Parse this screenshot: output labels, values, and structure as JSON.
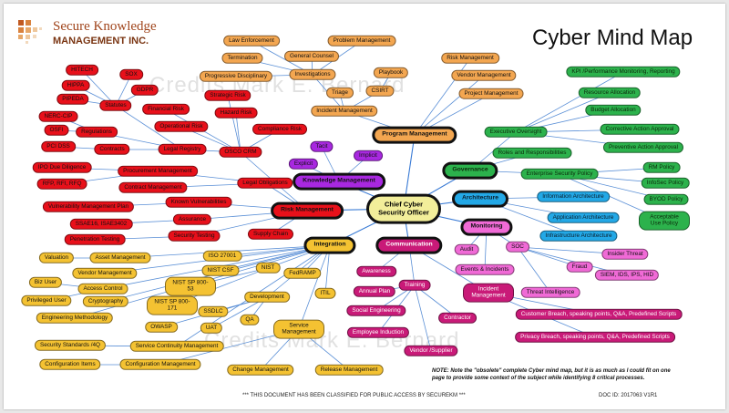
{
  "header": {
    "company_line1": "Secure Knowledge",
    "company_line2": "MANAGEMENT INC.",
    "title": "Cyber Mind Map",
    "watermark": "Credits Mark E. Bernard"
  },
  "footer": {
    "note": "NOTE: Note the \"obsolete\" complete Cyber mind map, but it is as much as I could fit on one page to provide some context of the subject while identifying 8 critical processes.",
    "classified": "*** THIS DOCUMENT HAS BEEN CLASSIFIED FOR PUBLIC ACCESS BY SECUREKM ***",
    "doc_id": "DOC ID: 2017063 V1R1"
  },
  "colors": {
    "risk": "#e8101a",
    "program": "#f3a650",
    "integration": "#f4c232",
    "governance": "#2cb24c",
    "architecture": "#23a8e6",
    "monitoring": "#f06ad6",
    "communication": "#c91a78",
    "knowledge": "#a828e0",
    "center": "#f2ee9a"
  },
  "center": {
    "id": "center",
    "label": "Chief Cyber Security Officer"
  },
  "nodes": [
    {
      "id": "program",
      "label": "Program Management",
      "color": "orange",
      "main": true,
      "parent": "center"
    },
    {
      "id": "lawenf",
      "label": "Law Enforcement",
      "color": "orange",
      "parent": "investigations"
    },
    {
      "id": "probmgmt",
      "label": "Problem Management",
      "color": "orange",
      "parent": "investigations"
    },
    {
      "id": "termination",
      "label": "Termination",
      "color": "orange",
      "parent": "investigations"
    },
    {
      "id": "gencounsel",
      "label": "General Counsel",
      "color": "orange",
      "parent": "investigations"
    },
    {
      "id": "progdisc",
      "label": "Progressive Disciplinary",
      "color": "orange",
      "parent": "investigations"
    },
    {
      "id": "investigations",
      "label": "Investigations",
      "color": "orange",
      "parent": "incident"
    },
    {
      "id": "triage",
      "label": "Triage",
      "color": "orange",
      "parent": "incident"
    },
    {
      "id": "csirt",
      "label": "CSIRT",
      "color": "orange",
      "parent": "incident"
    },
    {
      "id": "playbook",
      "label": "Playbook",
      "color": "orange",
      "parent": "csirt"
    },
    {
      "id": "incident",
      "label": "Incident Management",
      "color": "orange",
      "parent": "program"
    },
    {
      "id": "riskmgmt2",
      "label": "Risk Management",
      "color": "orange",
      "parent": "program"
    },
    {
      "id": "vendormgmt",
      "label": "Vendor Management",
      "color": "orange",
      "parent": "program"
    },
    {
      "id": "projectmgmt",
      "label": "Project Management",
      "color": "orange",
      "parent": "program"
    },
    {
      "id": "risk",
      "label": "Risk Management",
      "color": "red",
      "main": true,
      "parent": "center"
    },
    {
      "id": "hitech",
      "label": "HITECH",
      "color": "red",
      "parent": "statutes"
    },
    {
      "id": "sox",
      "label": "SOX",
      "color": "red",
      "parent": "statutes"
    },
    {
      "id": "hippa",
      "label": "HIPPA",
      "color": "red",
      "parent": "statutes"
    },
    {
      "id": "gdpr",
      "label": "GDPR",
      "color": "red",
      "parent": "statutes"
    },
    {
      "id": "pipeda",
      "label": "PIPEDA",
      "color": "red",
      "parent": "statutes"
    },
    {
      "id": "statutes",
      "label": "Statutes",
      "color": "red",
      "parent": "legalreg"
    },
    {
      "id": "nerc",
      "label": "NERC-CIP",
      "color": "red",
      "parent": "regulations"
    },
    {
      "id": "osfi",
      "label": "OSFI",
      "color": "red",
      "parent": "regulations"
    },
    {
      "id": "regulations",
      "label": "Regulations",
      "color": "red",
      "parent": "legalreg"
    },
    {
      "id": "pcidss",
      "label": "PCI DSS",
      "color": "red",
      "parent": "contracts"
    },
    {
      "id": "contracts",
      "label": "Contracts",
      "color": "red",
      "parent": "legalreg"
    },
    {
      "id": "legalreg",
      "label": "Legal Registry",
      "color": "red",
      "parent": "oscro"
    },
    {
      "id": "strategicrisk",
      "label": "Strategic Risk",
      "color": "red",
      "parent": "oscro"
    },
    {
      "id": "financialrisk",
      "label": "Financial Risk",
      "color": "red",
      "parent": "oscro"
    },
    {
      "id": "hazardrisk",
      "label": "Hazard Risk",
      "color": "red",
      "parent": "oscro"
    },
    {
      "id": "oprisk",
      "label": "Operational Risk",
      "color": "red",
      "parent": "oscro"
    },
    {
      "id": "compliancerisk",
      "label": "Compliance Risk",
      "color": "red",
      "parent": "oscro"
    },
    {
      "id": "oscro",
      "label": "OSCO CRM",
      "color": "red",
      "parent": "risk"
    },
    {
      "id": "ipo",
      "label": "IPO Due Diligence",
      "color": "red",
      "parent": "procurement"
    },
    {
      "id": "rfp",
      "label": "RFP, RFI, RFQ",
      "color": "red",
      "parent": "procurement"
    },
    {
      "id": "procurement",
      "label": "Procurement Management",
      "color": "red",
      "parent": "legalobl"
    },
    {
      "id": "contractmgmt",
      "label": "Contract Management",
      "color": "red",
      "parent": "legalobl"
    },
    {
      "id": "legalobl",
      "label": "Legal Obligations",
      "color": "red",
      "parent": "risk"
    },
    {
      "id": "vulnplan",
      "label": "Vulnerability Management Plan",
      "color": "red",
      "parent": "knownvuln"
    },
    {
      "id": "knownvuln",
      "label": "Known Vulnerabilities",
      "color": "red",
      "parent": "risk"
    },
    {
      "id": "ssae",
      "label": "SSAE16, ISAE3402",
      "color": "red",
      "parent": "assurance"
    },
    {
      "id": "assurance",
      "label": "Assurance",
      "color": "red",
      "parent": "risk"
    },
    {
      "id": "pentest",
      "label": "Penetration Testing",
      "color": "red",
      "parent": "sectesting"
    },
    {
      "id": "sectesting",
      "label": "Security Testing",
      "color": "red",
      "parent": "risk"
    },
    {
      "id": "supplychain",
      "label": "Supply Chain",
      "color": "red",
      "parent": "risk"
    },
    {
      "id": "knowledge",
      "label": "Knowledge Management",
      "color": "purple",
      "main": true,
      "parent": "center"
    },
    {
      "id": "tacit",
      "label": "Tacit",
      "color": "purple",
      "parent": "knowledge"
    },
    {
      "id": "explicit",
      "label": "Explicit",
      "color": "purple",
      "parent": "knowledge"
    },
    {
      "id": "implicit",
      "label": "Implicit",
      "color": "purple",
      "parent": "knowledge"
    },
    {
      "id": "integration",
      "label": "Integration",
      "color": "yellow",
      "main": true,
      "parent": "center"
    },
    {
      "id": "iso",
      "label": "ISO 27001",
      "color": "yellow",
      "parent": "integration"
    },
    {
      "id": "nistcsf",
      "label": "NIST CSF",
      "color": "yellow",
      "parent": "integration"
    },
    {
      "id": "nist",
      "label": "NIST",
      "color": "yellow",
      "parent": "integration"
    },
    {
      "id": "nist80053",
      "label": "NIST SP 800-53",
      "color": "yellow",
      "parent": "nist"
    },
    {
      "id": "nist800171",
      "label": "NIST SP 800-171",
      "color": "yellow",
      "parent": "nist"
    },
    {
      "id": "fedramp",
      "label": "FedRAMP",
      "color": "yellow",
      "parent": "integration"
    },
    {
      "id": "itil",
      "label": "ITIL",
      "color": "yellow",
      "parent": "integration"
    },
    {
      "id": "development",
      "label": "Development",
      "color": "yellow",
      "parent": "integration"
    },
    {
      "id": "ssdlc",
      "label": "SSDLC",
      "color": "yellow",
      "parent": "development"
    },
    {
      "id": "qa",
      "label": "QA",
      "color": "yellow",
      "parent": "development"
    },
    {
      "id": "uat",
      "label": "UAT",
      "color": "yellow",
      "parent": "development"
    },
    {
      "id": "owasp",
      "label": "OWASP",
      "color": "yellow",
      "parent": "development"
    },
    {
      "id": "valuation",
      "label": "Valuation",
      "color": "yellow",
      "parent": "assetmgmt"
    },
    {
      "id": "assetmgmt",
      "label": "Asset Management",
      "color": "yellow",
      "parent": "integration"
    },
    {
      "id": "vendormgmt2",
      "label": "Vendor Management",
      "color": "yellow",
      "parent": "integration"
    },
    {
      "id": "bizuser",
      "label": "Biz User",
      "color": "yellow",
      "parent": "accesscontrol"
    },
    {
      "id": "accesscontrol",
      "label": "Access Control",
      "color": "yellow",
      "parent": "integration"
    },
    {
      "id": "privuser",
      "label": "Privileged User",
      "color": "yellow",
      "parent": "accesscontrol"
    },
    {
      "id": "crypto",
      "label": "Cryptography",
      "color": "yellow",
      "parent": "integration"
    },
    {
      "id": "engmethod",
      "label": "Engineering Methodology",
      "color": "yellow",
      "parent": "integration"
    },
    {
      "id": "secstd",
      "label": "Security Standards /4Q",
      "color": "yellow",
      "parent": "servicecont"
    },
    {
      "id": "servicecont",
      "label": "Service Continuity Management",
      "color": "yellow",
      "parent": "integration"
    },
    {
      "id": "servicemgmt",
      "label": "Service Management",
      "color": "yellow",
      "parent": "integration"
    },
    {
      "id": "configitems",
      "label": "Configuration Items",
      "color": "yellow",
      "parent": "configmgmt"
    },
    {
      "id": "configmgmt",
      "label": "Configuration Management",
      "color": "yellow",
      "parent": "servicemgmt"
    },
    {
      "id": "changemgmt",
      "label": "Change Management",
      "color": "yellow",
      "parent": "servicemgmt"
    },
    {
      "id": "releasemgmt",
      "label": "Release Management",
      "color": "yellow",
      "parent": "servicemgmt"
    },
    {
      "id": "communication",
      "label": "Communication",
      "color": "magenta",
      "main": true,
      "parent": "center"
    },
    {
      "id": "awareness",
      "label": "Awareness",
      "color": "magenta",
      "parent": "communication"
    },
    {
      "id": "training",
      "label": "Training",
      "color": "magenta",
      "parent": "communication"
    },
    {
      "id": "annualplan",
      "label": "Annual Plan",
      "color": "magenta",
      "parent": "training"
    },
    {
      "id": "socialeng",
      "label": "Social Engineering",
      "color": "magenta",
      "parent": "training"
    },
    {
      "id": "empinduction",
      "label": "Employee Induction",
      "color": "magenta",
      "parent": "training"
    },
    {
      "id": "vendorsupplier",
      "label": "Vendor /Supplier",
      "color": "magenta",
      "parent": "training"
    },
    {
      "id": "contractor",
      "label": "Contractor",
      "color": "magenta",
      "parent": "training"
    },
    {
      "id": "incidentmgmt2",
      "label": "Incident Management",
      "color": "magenta",
      "parent": "communication"
    },
    {
      "id": "custbreach",
      "label": "Customer Breach, speaking points, Q&A, Predefined Scripts",
      "color": "magenta",
      "parent": "incidentmgmt2"
    },
    {
      "id": "privbreach",
      "label": "Privacy Breach, speaking points, Q&A, Predefined Scripts",
      "color": "magenta",
      "parent": "incidentmgmt2"
    },
    {
      "id": "monitoring",
      "label": "Monitoring",
      "color": "pink",
      "main": true,
      "parent": "center"
    },
    {
      "id": "audit",
      "label": "Audit",
      "color": "pink",
      "parent": "monitoring"
    },
    {
      "id": "soc",
      "label": "SOC",
      "color": "pink",
      "parent": "monitoring"
    },
    {
      "id": "events",
      "label": "Events & Incidents",
      "color": "pink",
      "parent": "monitoring"
    },
    {
      "id": "fraud",
      "label": "Fraud",
      "color": "pink",
      "parent": "soc"
    },
    {
      "id": "insider",
      "label": "Insider Threat",
      "color": "pink",
      "parent": "soc"
    },
    {
      "id": "siem",
      "label": "SIEM, IDS, IPS, HID",
      "color": "pink",
      "parent": "soc"
    },
    {
      "id": "threatintel",
      "label": "Threat Intelligence",
      "color": "pink",
      "parent": "soc"
    },
    {
      "id": "architecture",
      "label": "Architecture",
      "color": "blue",
      "main": true,
      "parent": "center"
    },
    {
      "id": "infoarch",
      "label": "Information Architecture",
      "color": "blue",
      "parent": "architecture"
    },
    {
      "id": "apparch",
      "label": "Application Architecture",
      "color": "blue",
      "parent": "architecture"
    },
    {
      "id": "infraarch",
      "label": "Infrastructure Architecture",
      "color": "blue",
      "parent": "architecture"
    },
    {
      "id": "governance",
      "label": "Governance",
      "color": "green",
      "main": true,
      "parent": "center"
    },
    {
      "id": "execoversight",
      "label": "Executive Oversight",
      "color": "green",
      "parent": "governance"
    },
    {
      "id": "kpi",
      "label": "KPI /Performance Monitoring, Reporting",
      "color": "green",
      "parent": "execoversight"
    },
    {
      "id": "resource",
      "label": "Resource Allocation",
      "color": "green",
      "parent": "execoversight"
    },
    {
      "id": "budget",
      "label": "Budget Allocation",
      "color": "green",
      "parent": "execoversight"
    },
    {
      "id": "corrective",
      "label": "Corrective Action Approval",
      "color": "green",
      "parent": "execoversight"
    },
    {
      "id": "preventive",
      "label": "Preventive Action Approval",
      "color": "green",
      "parent": "execoversight"
    },
    {
      "id": "roles",
      "label": "Roles and Responsibilities",
      "color": "green",
      "parent": "governance"
    },
    {
      "id": "entpolicy",
      "label": "Enterprise Security Policy",
      "color": "green",
      "parent": "governance"
    },
    {
      "id": "rmpolicy",
      "label": "RM Policy",
      "color": "green",
      "parent": "entpolicy"
    },
    {
      "id": "infosec",
      "label": "InfoSec Policy",
      "color": "green",
      "parent": "entpolicy"
    },
    {
      "id": "byod",
      "label": "BYOD Policy",
      "color": "green",
      "parent": "entpolicy"
    },
    {
      "id": "aup",
      "label": "Acceptable Use Policy",
      "color": "green",
      "parent": "entpolicy"
    }
  ]
}
